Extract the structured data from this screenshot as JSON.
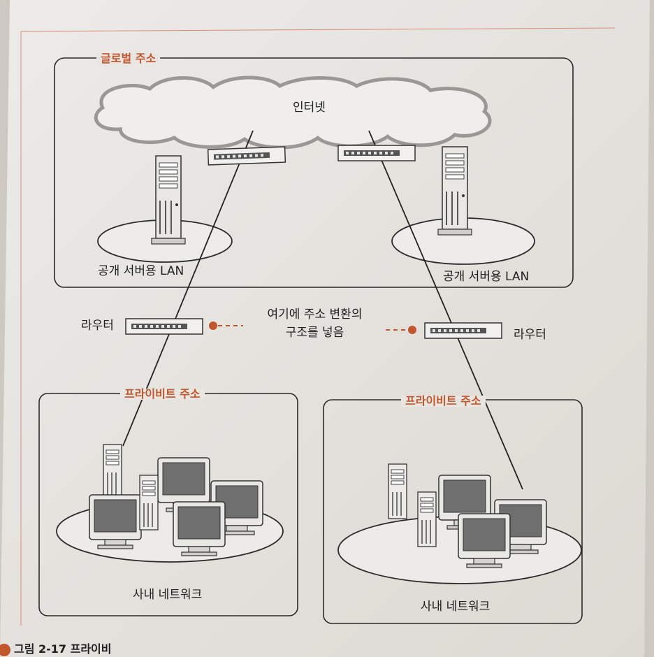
{
  "diagram": {
    "global_title": "글로벌 주소",
    "internet_label": "인터넷",
    "lan_left_label": "공개 서버용 LAN",
    "lan_right_label": "공개 서버용 LAN",
    "router_left_label": "라우터",
    "router_right_label": "라우터",
    "note_line1": "여기에 주소 변환의",
    "note_line2": "구조를 넣음",
    "private_left_title": "프라이비트 주소",
    "private_right_title": "프라이비트 주소",
    "internal_left_label": "사내 네트워크",
    "internal_right_label": "사내 네트워크",
    "caption": "그림 2-17 프라이비"
  },
  "colors": {
    "accent": "#c2562c",
    "paper": "#e9e6e2",
    "line": "#222222",
    "cloud": "#bdbab6"
  },
  "icons": [
    "cloud-icon",
    "server-tower-icon",
    "router-icon",
    "desktop-computer-icon",
    "monitor-icon"
  ]
}
